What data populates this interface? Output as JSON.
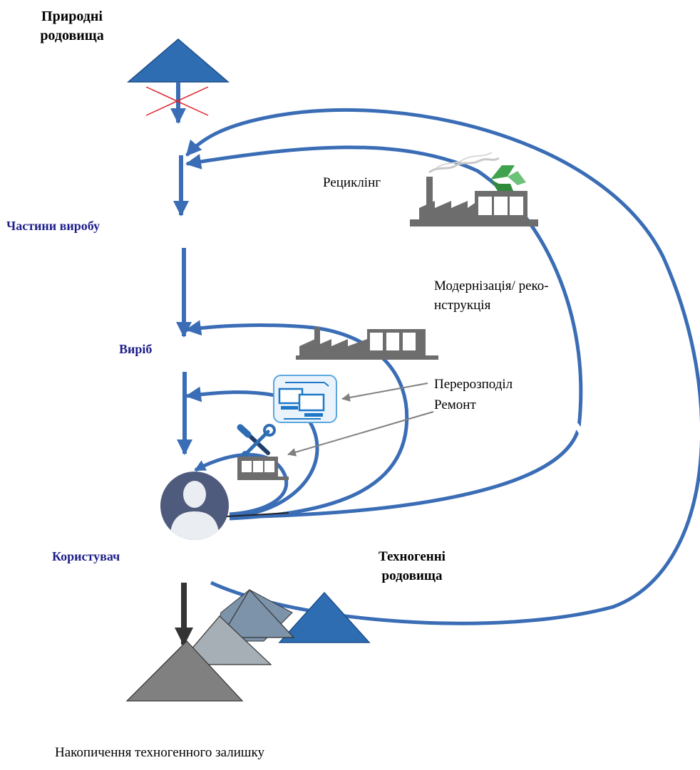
{
  "labels": {
    "natural_deposits": [
      "Природні",
      "родовища"
    ],
    "product_parts": "Частини виробу",
    "product": "Виріб",
    "user": "Користувач",
    "recycling": "Рециклінг",
    "modernization": [
      "Модернізація/ реко-",
      "нструкція"
    ],
    "redistribution": "Перерозподіл",
    "repair": "Ремонт",
    "technogenic_deposits": [
      "Техногенні",
      "родовища"
    ],
    "accumulation": "Накопичення техногенного залишку"
  },
  "icons": {
    "factory": "factory-icon",
    "recycle": "recycle-icon",
    "redistribution": "network-computers-icon",
    "repair": "wrench-screwdriver-icon",
    "user": "user-avatar-icon"
  },
  "colors": {
    "flow_arrow": "#3a6db5",
    "deposit_triangle": "#2f6db3",
    "blocked_cross": "#e0202a",
    "stage_label": "#1f1f8c",
    "waste_arrow": "#333333",
    "waste_pile_front": "#808080",
    "waste_pile_middle": "#a7afb6",
    "waste_pile_back": "#7d93aa",
    "factory": "#666666",
    "recycle": "#3fa34d",
    "avatar_bg": "#4f5b7c"
  }
}
